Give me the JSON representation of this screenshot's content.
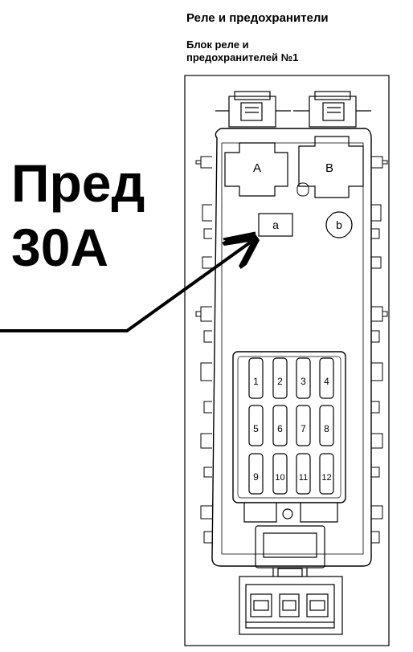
{
  "header": {
    "title": "Реле и предохранители",
    "subtitle_line1": "Блок реле и",
    "subtitle_line2": "предохранителей №1"
  },
  "callout": {
    "line1": "Пред",
    "line2": "30А"
  },
  "relays": {
    "a_upper": "A",
    "b_upper": "B",
    "a_lower": "a",
    "b_lower": "b"
  },
  "fuses": [
    "1",
    "2",
    "3",
    "4",
    "5",
    "6",
    "7",
    "8",
    "9",
    "10",
    "11",
    "12"
  ]
}
